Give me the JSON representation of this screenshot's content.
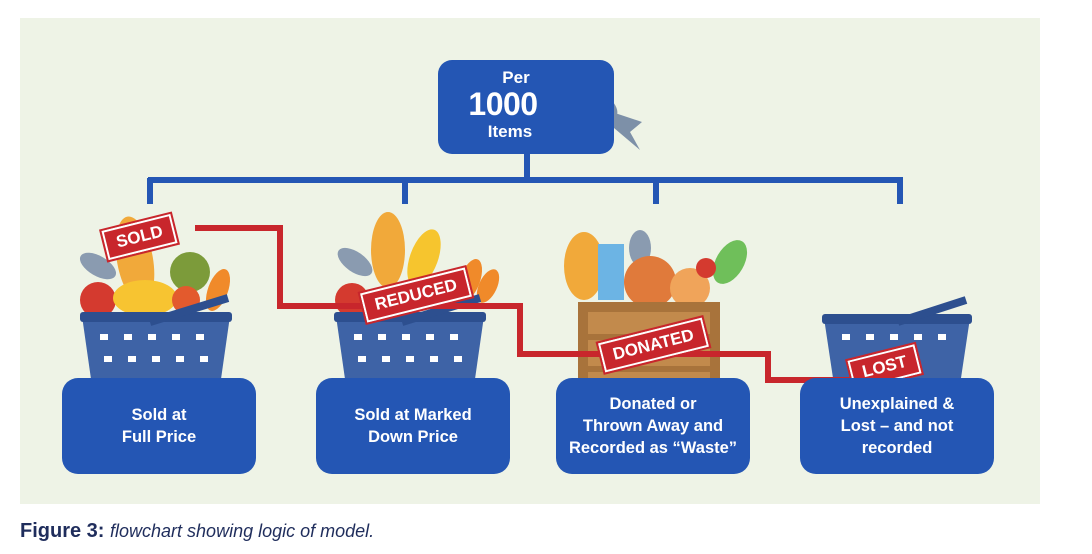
{
  "root": {
    "pre": "Per",
    "number": "1000",
    "post": "Items"
  },
  "outcomes": [
    {
      "label": "Sold at\nFull Price",
      "tag": "SOLD"
    },
    {
      "label": "Sold at Marked\nDown Price",
      "tag": "REDUCED"
    },
    {
      "label": "Donated or\nThrown Away and\nRecorded as “Waste”",
      "tag": "DONATED"
    },
    {
      "label": "Unexplained &\nLost – and not\nrecorded",
      "tag": "LOST"
    }
  ],
  "caption": {
    "label": "Figure 3:",
    "text": "flowchart showing logic of model."
  },
  "colors": {
    "primary": "#2456b4",
    "tag_red": "#c8262c",
    "background": "#eef3e6"
  }
}
